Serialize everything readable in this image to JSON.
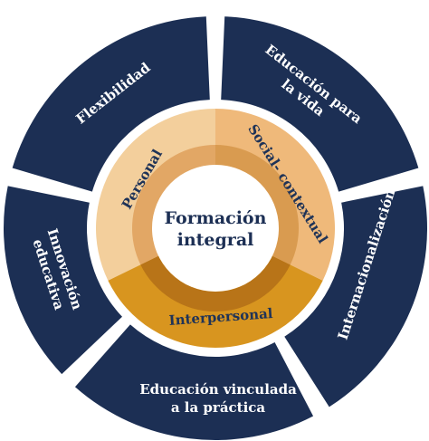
{
  "outer_segments": [
    {
      "id": "flexibilidad",
      "lines": [
        "Flexibilidad"
      ]
    },
    {
      "id": "educacion-para-la-vida",
      "lines": [
        "Educación para",
        "la vida"
      ]
    },
    {
      "id": "internacionalizacion",
      "lines": [
        "Internacionalización"
      ]
    },
    {
      "id": "educacion-vinculada",
      "lines": [
        "Educación vinculada",
        "a la práctica"
      ]
    },
    {
      "id": "innovacion-educativa",
      "lines": [
        "Innovación",
        "educativa"
      ]
    }
  ],
  "inner_segments": [
    {
      "id": "personal",
      "label": "Personal"
    },
    {
      "id": "social-contextual",
      "label": "Social- contextual"
    },
    {
      "id": "interpersonal",
      "label": "Interpersonal"
    }
  ],
  "center": {
    "line1": "Formación",
    "line2": "integral"
  },
  "colors": {
    "navy": "#1c2f54",
    "personal": "#f3cf9c",
    "social": "#efb97a",
    "interpersonal": "#d8951f",
    "ring_personal": "#e2a765",
    "ring_social": "#d99b50",
    "ring_interpersonal": "#b87418"
  }
}
